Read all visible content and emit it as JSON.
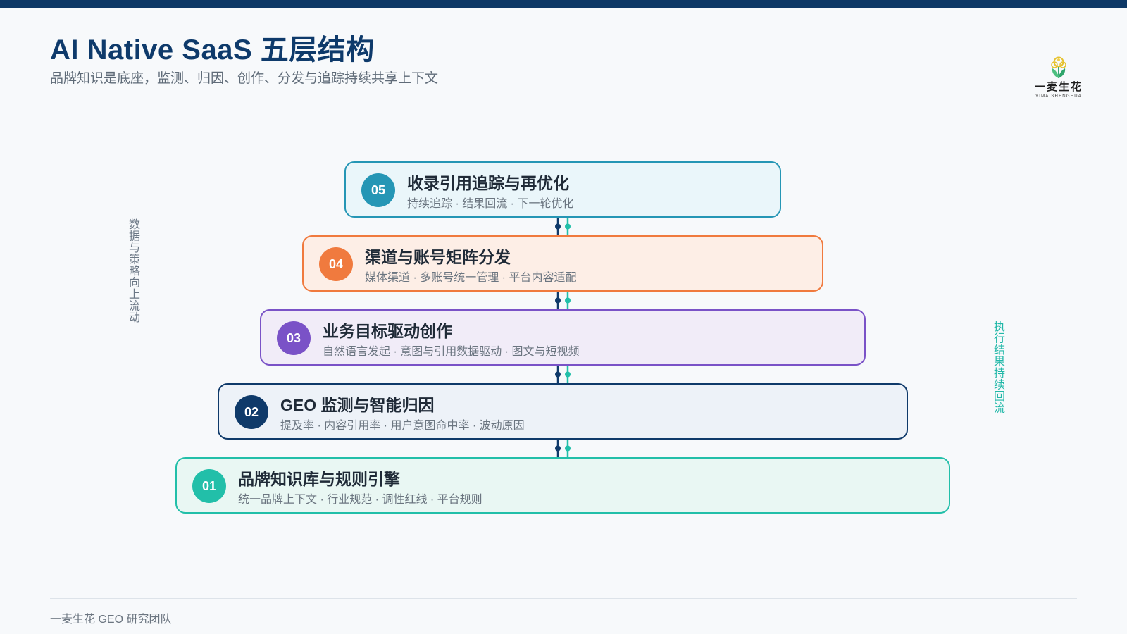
{
  "header": {
    "title": "AI Native SaaS 五层结构",
    "subtitle": "品牌知识是底座，监测、归因、创作、分发与追踪持续共享上下文"
  },
  "logo": {
    "name_cn": "一麦生花",
    "name_en": "YIMAISHENGHUA",
    "icon": "wheat-flower-icon"
  },
  "side_labels": {
    "left": "数据与策略向上流动",
    "right": "执行结果持续回流"
  },
  "layers": [
    {
      "num": "05",
      "title": "收录引用追踪与再优化",
      "desc": "持续追踪 · 结果回流 · 下一轮优化",
      "color": "#2596b5",
      "bg": "#eaf6fa"
    },
    {
      "num": "04",
      "title": "渠道与账号矩阵分发",
      "desc": "媒体渠道 · 多账号统一管理 · 平台内容适配",
      "color": "#f07a3e",
      "bg": "#fdeee6"
    },
    {
      "num": "03",
      "title": "业务目标驱动创作",
      "desc": "自然语言发起 · 意图与引用数据驱动 · 图文与短视频",
      "color": "#7a52c7",
      "bg": "#f1ecf8"
    },
    {
      "num": "02",
      "title": "GEO 监测与智能归因",
      "desc": "提及率 · 内容引用率 · 用户意图命中率 · 波动原因",
      "color": "#0f3a6a",
      "bg": "#edf2f8"
    },
    {
      "num": "01",
      "title": "品牌知识库与规则引擎",
      "desc": "统一品牌上下文 · 行业规范 · 调性红线 · 平台规则",
      "color": "#22bfa9",
      "bg": "#e9f7f3"
    }
  ],
  "connector_colors": {
    "up": "#0f3a6a",
    "down": "#22bfa9"
  },
  "footer": {
    "text": "一麦生花 GEO 研究团队"
  }
}
